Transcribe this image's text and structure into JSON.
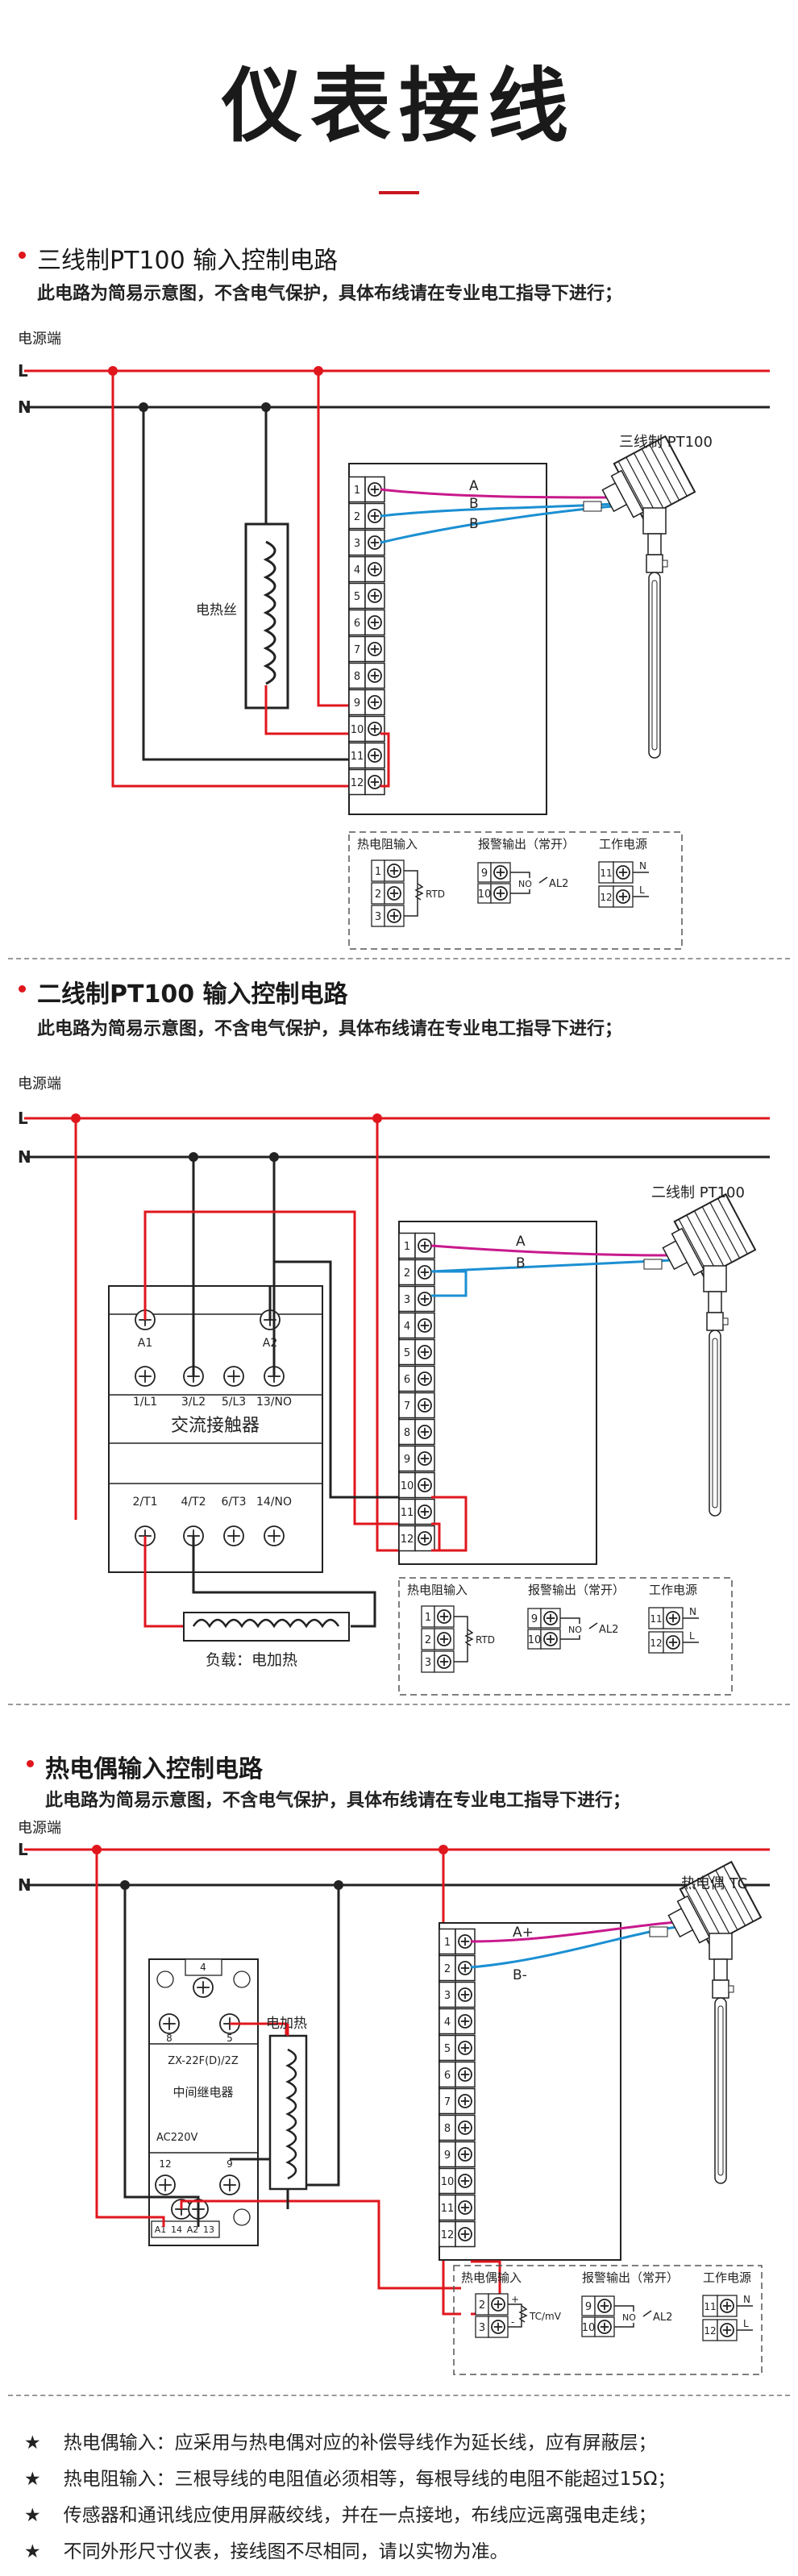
{
  "page": {
    "title": "仪表接线"
  },
  "colors": {
    "accent": "#c8161d",
    "live": "#e0161d",
    "neutral": "#222222",
    "wireA": "#c8198c",
    "wireB": "#1b8fd2"
  },
  "sections": [
    {
      "title": "三线制PT100 输入控制电路",
      "note": "此电路为简易示意图，不含电气保护，具体布线请在专业电工指导下进行；",
      "power_label": "电源端",
      "line_labels": [
        "L",
        "N"
      ],
      "sensor_label": "三线制 PT100",
      "heater_label": "电热丝",
      "wire_labels": [
        "A",
        "B",
        "B"
      ],
      "terminals": [
        "1",
        "2",
        "3",
        "4",
        "5",
        "6",
        "7",
        "8",
        "9",
        "10",
        "11",
        "12"
      ],
      "legend": {
        "groups": [
          "热电阻输入",
          "报警输出（常开）",
          "工作电源"
        ],
        "input_terms": [
          "1",
          "2",
          "3"
        ],
        "input_tag": "RTD",
        "alarm_terms": [
          "9",
          "10"
        ],
        "alarm_tag": "NO",
        "alarm_out": "AL2",
        "power_terms": [
          "11",
          "12"
        ],
        "power_tags": [
          "N",
          "L"
        ]
      }
    },
    {
      "title": "二线制PT100 输入控制电路",
      "note": "此电路为简易示意图，不含电气保护，具体布线请在专业电工指导下进行；",
      "power_label": "电源端",
      "line_labels": [
        "L",
        "N"
      ],
      "sensor_label": "二线制 PT100",
      "wire_labels": [
        "A",
        "B"
      ],
      "contactor": {
        "coil_labels": [
          "A1",
          "A2"
        ],
        "top_terms": [
          "1/L1",
          "3/L2",
          "5/L3",
          "13/NO"
        ],
        "name": "交流接触器",
        "bottom_terms": [
          "2/T1",
          "4/T2",
          "6/T3",
          "14/NO"
        ]
      },
      "load_label": "负载：电加热",
      "terminals": [
        "1",
        "2",
        "3",
        "4",
        "5",
        "6",
        "7",
        "8",
        "9",
        "10",
        "11",
        "12"
      ],
      "legend": {
        "groups": [
          "热电阻输入",
          "报警输出（常开）",
          "工作电源"
        ],
        "input_terms": [
          "1",
          "2",
          "3"
        ],
        "input_tag": "RTD",
        "alarm_terms": [
          "9",
          "10"
        ],
        "alarm_tag": "NO",
        "alarm_out": "AL2",
        "power_terms": [
          "11",
          "12"
        ],
        "power_tags": [
          "N",
          "L"
        ]
      }
    },
    {
      "title": "热电偶输入控制电路",
      "note": "此电路为简易示意图，不含电气保护，具体布线请在专业电工指导下进行；",
      "power_label": "电源端",
      "line_labels": [
        "L",
        "N"
      ],
      "sensor_label": "热电偶 TC",
      "wire_labels": [
        "A+",
        "B-"
      ],
      "heater_label": "电加热",
      "relay": {
        "pins_top": [
          "4"
        ],
        "pins_mid": [
          "8",
          "5"
        ],
        "model": "ZX-22F(D)/2Z",
        "name": "中间继电器",
        "voltage": "AC220V",
        "pins_low": [
          "12",
          "9"
        ],
        "pins_bottom": [
          "A1",
          "14",
          "A2",
          "13"
        ]
      },
      "terminals": [
        "1",
        "2",
        "3",
        "4",
        "5",
        "6",
        "7",
        "8",
        "9",
        "10",
        "11",
        "12"
      ],
      "legend": {
        "groups": [
          "热电偶输入",
          "报警输出（常开）",
          "工作电源"
        ],
        "input_terms": [
          "2",
          "3"
        ],
        "input_tags": [
          "+",
          "-"
        ],
        "input_tag": "TC/mV",
        "alarm_terms": [
          "9",
          "10"
        ],
        "alarm_tag": "NO",
        "alarm_out": "AL2",
        "power_terms": [
          "11",
          "12"
        ],
        "power_tags": [
          "N",
          "L"
        ]
      }
    }
  ],
  "footnotes": [
    {
      "bullet": "★",
      "text": "热电偶输入：应采用与热电偶对应的补偿导线作为延长线，应有屏蔽层；"
    },
    {
      "bullet": "★",
      "text": "热电阻输入：三根导线的电阻值必须相等，每根导线的电阻不能超过15Ω；"
    },
    {
      "bullet": "★",
      "text": "传感器和通讯线应使用屏蔽绞线，并在一点接地，布线应远离强电走线；"
    },
    {
      "bullet": "★",
      "text": "不同外形尺寸仪表，接线图不尽相同，请以实物为准。"
    }
  ],
  "icons": {
    "terminal": "screw-terminal-icon",
    "probe": "temperature-probe-icon",
    "coil": "heater-coil-icon",
    "bullet": "star-icon"
  }
}
